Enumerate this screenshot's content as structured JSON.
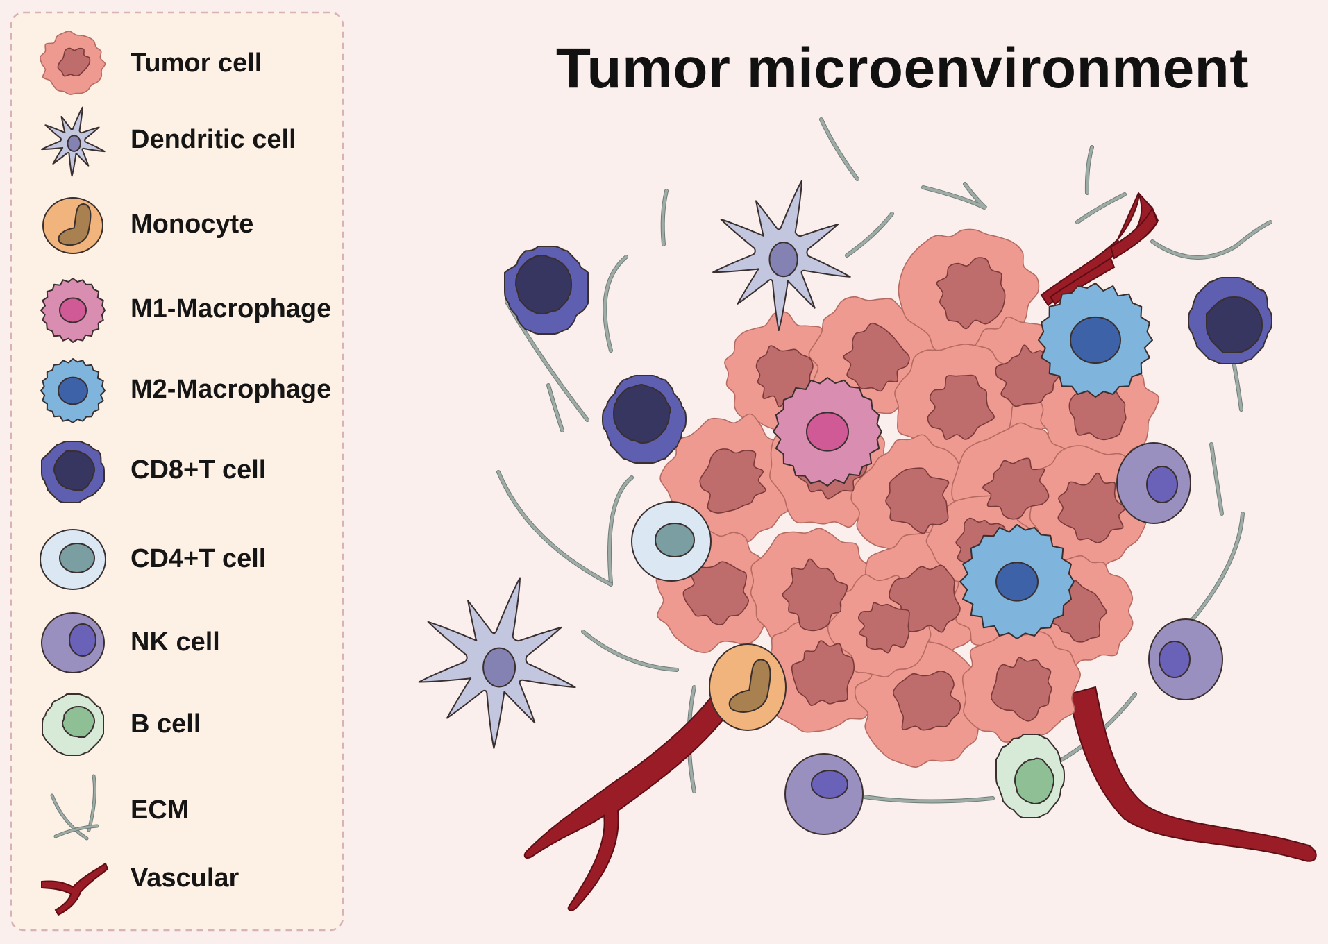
{
  "title": "Tumor microenvironment",
  "colors": {
    "background": "#fbefed",
    "legend_bg": "#fdf0e4",
    "legend_border": "#d7b3b8",
    "tumor_body": "#ee9a90",
    "tumor_nucleus": "#be6c6c",
    "dendritic_body": "#c3c6df",
    "dendritic_nucleus": "#8382b3",
    "monocyte_body": "#f0b47c",
    "monocyte_nucleus": "#a9804f",
    "m1_body": "#d98db0",
    "m1_nucleus": "#cf5a96",
    "m2_body": "#7fb4dc",
    "m2_nucleus": "#3d62a8",
    "cd8_body": "#5e5fb0",
    "cd8_nucleus": "#363660",
    "cd4_body": "#dbe8f4",
    "cd4_nucleus": "#7a9ea2",
    "nk_body": "#9a90bf",
    "nk_nucleus": "#6a62b8",
    "bcell_body": "#d6ead7",
    "bcell_nucleus": "#8fc095",
    "ecm": "#9eaba6",
    "vascular": "#9a1c26"
  },
  "legend": [
    {
      "label": "Tumor cell",
      "icon": "tumor-cell-icon"
    },
    {
      "label": "Dendritic cell",
      "icon": "dendritic-cell-icon"
    },
    {
      "label": "Monocyte",
      "icon": "monocyte-icon"
    },
    {
      "label": "M1-Macrophage",
      "icon": "m1-macrophage-icon"
    },
    {
      "label": "M2-Macrophage",
      "icon": "m2-macrophage-icon"
    },
    {
      "label": "CD8+T cell",
      "icon": "cd8-t-cell-icon"
    },
    {
      "label": "CD4+T cell",
      "icon": "cd4-t-cell-icon"
    },
    {
      "label": "NK cell",
      "icon": "nk-cell-icon"
    },
    {
      "label": "B cell",
      "icon": "b-cell-icon"
    },
    {
      "label": "ECM",
      "icon": "ecm-icon"
    },
    {
      "label": "Vascular",
      "icon": "vascular-icon"
    }
  ]
}
